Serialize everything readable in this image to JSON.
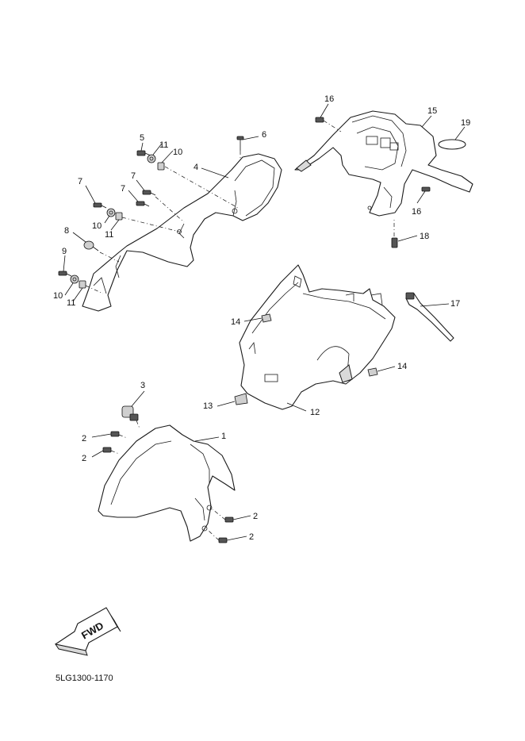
{
  "diagram_code": "5LG1300-1170",
  "fwd_label": "FWD",
  "parts": [
    {
      "number": "1"
    },
    {
      "number": "2"
    },
    {
      "number": "2"
    },
    {
      "number": "2"
    },
    {
      "number": "2"
    },
    {
      "number": "3"
    },
    {
      "number": "4"
    },
    {
      "number": "5"
    },
    {
      "number": "6"
    },
    {
      "number": "7"
    },
    {
      "number": "7"
    },
    {
      "number": "7"
    },
    {
      "number": "8"
    },
    {
      "number": "9"
    },
    {
      "number": "10"
    },
    {
      "number": "10"
    },
    {
      "number": "10"
    },
    {
      "number": "11"
    },
    {
      "number": "11"
    },
    {
      "number": "11"
    },
    {
      "number": "12"
    },
    {
      "number": "13"
    },
    {
      "number": "14"
    },
    {
      "number": "14"
    },
    {
      "number": "15"
    },
    {
      "number": "16"
    },
    {
      "number": "16"
    },
    {
      "number": "17"
    },
    {
      "number": "18"
    },
    {
      "number": "19"
    }
  ]
}
